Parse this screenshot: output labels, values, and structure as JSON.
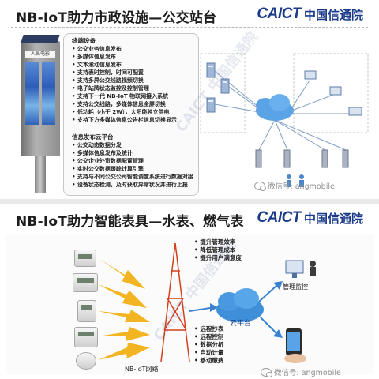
{
  "slide1": {
    "title": "NB-IoT助力市政设施—公交站台",
    "logo_en": "CAICT",
    "logo_cn": "中国信通院",
    "kiosk_sign": "人民电影",
    "terminal": {
      "heading": "终端设备",
      "items": [
        "公交业务信息发布",
        "多媒体信息发布",
        "文本滚动信息发布",
        "支持表时控制，时间可配置",
        "支持多屏公交线路视频切换",
        "电子站牌状态监控及控制管理",
        "支持下一代 NB-IoT 物联网接入系统",
        "支持公交线路，多媒体信息全屏切换",
        "低功耗（小于 2W），太阳能独立供电",
        "支持下方多媒体信息公告栏信息切换显示"
      ]
    },
    "cloud": {
      "heading": "信息发布云平台",
      "items": [
        "公交动态数据分发",
        "多媒体信息发布及统计",
        "公交企业外资数据配置管理",
        "实时公交数据跟踪计算引擎",
        "支持与不同公交公司智能调度系统进行数据对接",
        "设备状态检测，及时获取异常状况并进行上报"
      ]
    },
    "watermark": "微信号: angmobile"
  },
  "slide2": {
    "title": "NB-IoT助力智能表具—水表、燃气表",
    "logo_en": "CAICT",
    "logo_cn": "中国信通院",
    "benefits": [
      "提升管理效率",
      "降低管理成本",
      "提升用户满意度"
    ],
    "monitor_label": "管理监控",
    "cloud_label": "云平台",
    "network_label": "NB-IoT网络",
    "functions": [
      "远程抄表",
      "远程控制",
      "数据分析",
      "自动计量",
      "移动缴费"
    ],
    "watermark": "微信号: angmobile"
  },
  "colors": {
    "brand": "#1b3a8c",
    "cloud": "#3f8fd8",
    "arrow": "#f2b521"
  }
}
